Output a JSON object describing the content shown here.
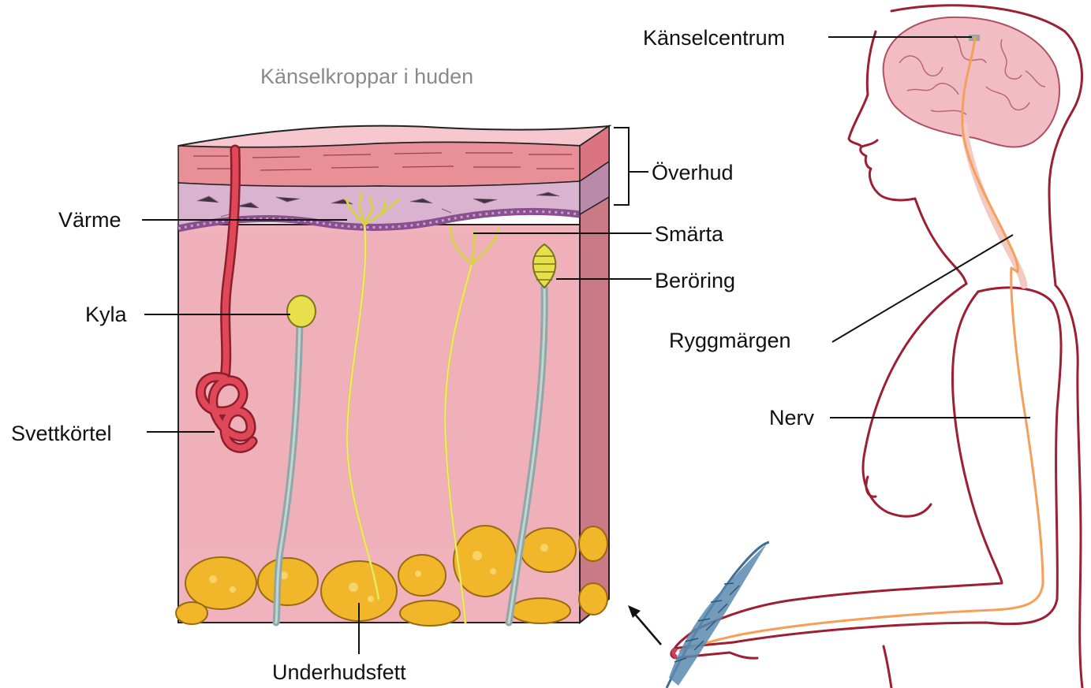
{
  "diagram": {
    "title": "Känselkroppar i huden",
    "labels": {
      "kanselcentrum": "Känselcentrum",
      "overhud": "Överhud",
      "varme": "Värme",
      "smarta": "Smärta",
      "beroring": "Beröring",
      "kyla": "Kyla",
      "ryggmargen": "Ryggmärgen",
      "nerv": "Nerv",
      "svettkortel": "Svettkörtel",
      "underhudsfett": "Underhudsfett"
    }
  },
  "colors": {
    "skin_dermis": "#f0b3bd",
    "skin_side": "#c97a86",
    "epidermis": "#e88f98",
    "epidermis_lower": "#d9b3d0",
    "basal_layer": "#8a4f8f",
    "sweat_gland": "#e0485a",
    "nerve_yellow": "#e8e04a",
    "fat": "#f1b62a",
    "body_outline": "#9c1f33",
    "brain": "#f2bcc4",
    "nerve_path": "#f5a05a",
    "feather": "#5b8bb0"
  }
}
